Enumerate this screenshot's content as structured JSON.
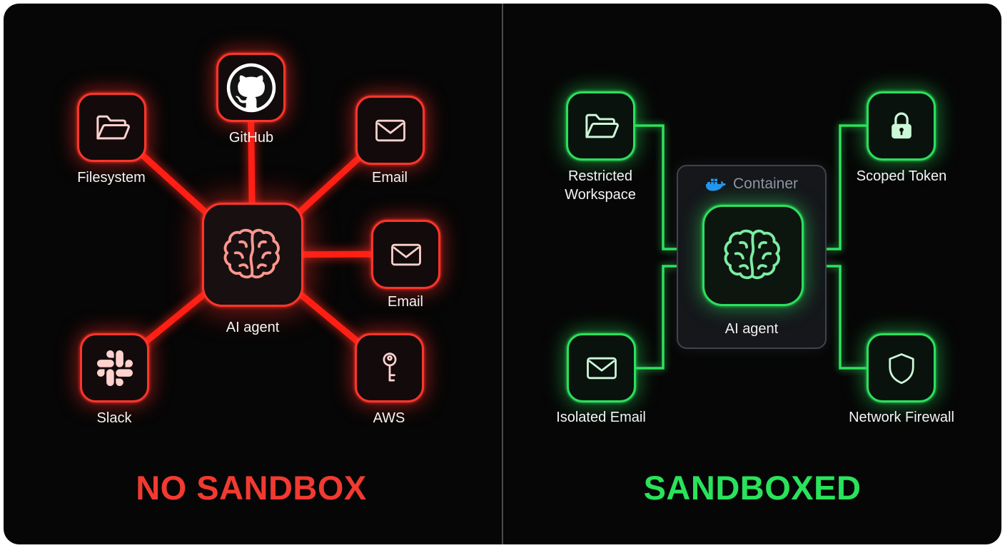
{
  "left_panel": {
    "title": "NO SANDBOX",
    "accent_color": "#ff3b30",
    "title_color": "#f23a31",
    "center": {
      "label": "AI agent",
      "icon": "brain-icon"
    },
    "nodes": [
      {
        "id": "filesystem",
        "label": "Filesystem",
        "icon": "folder-icon"
      },
      {
        "id": "github",
        "label": "GitHub",
        "icon": "github-icon"
      },
      {
        "id": "email-top",
        "label": "Email",
        "icon": "envelope-icon"
      },
      {
        "id": "email-right",
        "label": "Email",
        "icon": "envelope-icon"
      },
      {
        "id": "slack",
        "label": "Slack",
        "icon": "slack-icon"
      },
      {
        "id": "aws",
        "label": "AWS",
        "icon": "key-icon"
      }
    ]
  },
  "right_panel": {
    "title": "SANDBOXED",
    "accent_color": "#2ee15d",
    "title_color": "#29e35b",
    "container": {
      "label": "Container",
      "icon": "docker-icon",
      "docker_blue": "#2496ed"
    },
    "center": {
      "label": "AI agent",
      "icon": "brain-icon"
    },
    "nodes": [
      {
        "id": "restricted-workspace",
        "label": "Restricted Workspace",
        "icon": "folder-icon"
      },
      {
        "id": "scoped-token",
        "label": "Scoped Token",
        "icon": "lock-icon"
      },
      {
        "id": "isolated-email",
        "label": "Isolated Email",
        "icon": "envelope-icon"
      },
      {
        "id": "network-firewall",
        "label": "Network Firewall",
        "icon": "shield-icon"
      }
    ]
  }
}
